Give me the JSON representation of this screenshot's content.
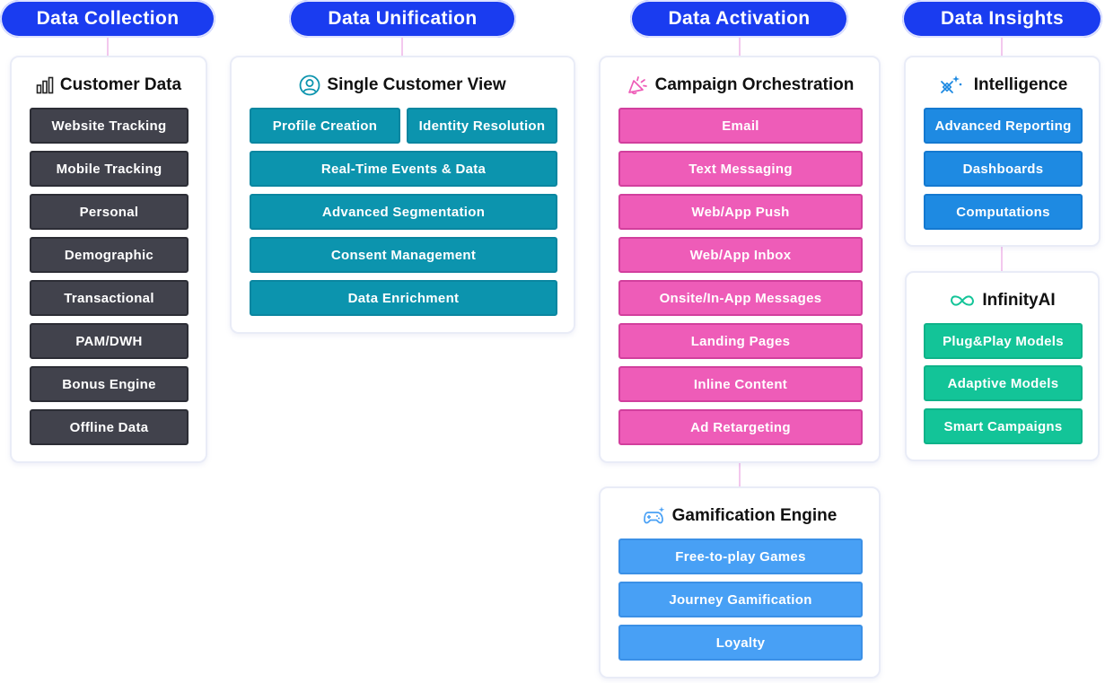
{
  "sections": {
    "collection": {
      "label": "Data Collection"
    },
    "unification": {
      "label": "Data Unification"
    },
    "activation": {
      "label": "Data Activation"
    },
    "insights": {
      "label": "Data Insights"
    }
  },
  "customer_data": {
    "title": "Customer Data",
    "icon": "bar-chart-icon",
    "items": [
      "Website Tracking",
      "Mobile Tracking",
      "Personal",
      "Demographic",
      "Transactional",
      "PAM/DWH",
      "Bonus Engine",
      "Offline Data"
    ]
  },
  "single_customer_view": {
    "title": "Single Customer View",
    "icon": "user-circle-icon",
    "pair": [
      "Profile Creation",
      "Identity Resolution"
    ],
    "items": [
      "Real-Time Events & Data",
      "Advanced Segmentation",
      "Consent Management",
      "Data Enrichment"
    ]
  },
  "campaign_orchestration": {
    "title": "Campaign Orchestration",
    "icon": "megaphone-icon",
    "items": [
      "Email",
      "Text Messaging",
      "Web/App Push",
      "Web/App Inbox",
      "Onsite/In-App Messages",
      "Landing Pages",
      "Inline Content",
      "Ad Retargeting"
    ]
  },
  "gamification_engine": {
    "title": "Gamification Engine",
    "icon": "gamepad-icon",
    "items": [
      "Free-to-play Games",
      "Journey Gamification",
      "Loyalty"
    ]
  },
  "intelligence": {
    "title": "Intelligence",
    "icon": "sparkle-tool-icon",
    "items": [
      "Advanced Reporting",
      "Dashboards",
      "Computations"
    ]
  },
  "infinity_ai": {
    "title": "InfinityAI",
    "icon": "infinity-icon",
    "items": [
      "Plug&Play Models",
      "Adaptive Models",
      "Smart Campaigns"
    ]
  },
  "colors": {
    "header_pill": "#1a3cf0",
    "connector": "#f3c8ee",
    "dark_button": "#41424c",
    "teal_button": "#0c94ae",
    "pink_button": "#ee5cb8",
    "light_blue_button": "#48a0f5",
    "mid_blue_button": "#1e8ae2",
    "green_button": "#13c498"
  }
}
